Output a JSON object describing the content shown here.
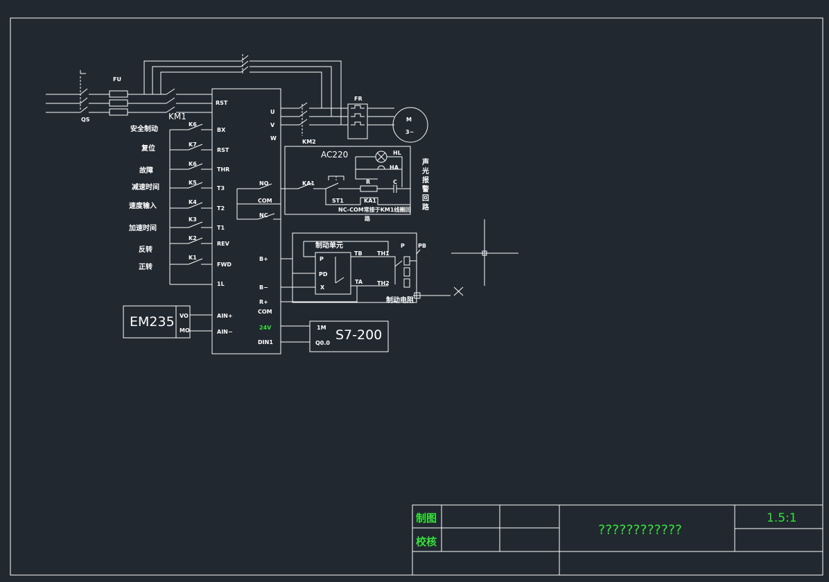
{
  "colors": {
    "background": "#212830",
    "line": "#ffffff",
    "accent_green": "#36e23a"
  },
  "labels": {
    "fu": "FU",
    "qs": "QS",
    "km1": "KM1",
    "km2": "KM2",
    "fr": "FR",
    "motor_m": "M",
    "motor_3": "3~",
    "ac220": "AC220",
    "hl": "HL",
    "ha": "HA",
    "ka1": "KA1",
    "st1": "ST1",
    "r": "R",
    "c": "C",
    "ka1_coil": "KA1",
    "nc_com_note": "NC-COM常接于KM1线圈回",
    "nc_com_note2": "路",
    "alarm_vertical": [
      "声",
      "光",
      "报",
      "警",
      "回",
      "路"
    ],
    "brake_unit": "制动单元",
    "brake_resistor": "制动电阻",
    "pb": "PB",
    "tb": "TB",
    "ta": "TA",
    "th1": "TH1",
    "th2": "TH2",
    "bu_p": "P",
    "bu_pd": "PD",
    "bu_x": "X",
    "br_p": "P",
    "em235": "EM235",
    "em_vo": "VO",
    "em_mo": "MO",
    "s7200": "S7-200",
    "s7_1m": "1M",
    "s7_q00": "Q0.0"
  },
  "vfd_left_terminals": [
    "RST",
    "BX",
    "RST",
    "THR",
    "T3",
    "T2",
    "T1",
    "REV",
    "FWD",
    "1L",
    "AIN+",
    "AIN−"
  ],
  "vfd_right_terminals": [
    "U",
    "V",
    "W",
    "NO",
    "COM",
    "NC",
    "B+",
    "B−",
    "R+",
    "COM",
    "24V",
    "DIN1"
  ],
  "switches": [
    "K6",
    "K7",
    "K6",
    "K5",
    "K4",
    "K3",
    "K2",
    "K1"
  ],
  "functions": [
    "安全制动",
    "复位",
    "故障",
    "减速时间",
    "速度输入",
    "加速时间",
    "反转",
    "正转"
  ],
  "title_block": {
    "drawn_label": "制图",
    "checked_label": "校核",
    "drawing_name": "????????????",
    "scale": "1.5:1"
  }
}
